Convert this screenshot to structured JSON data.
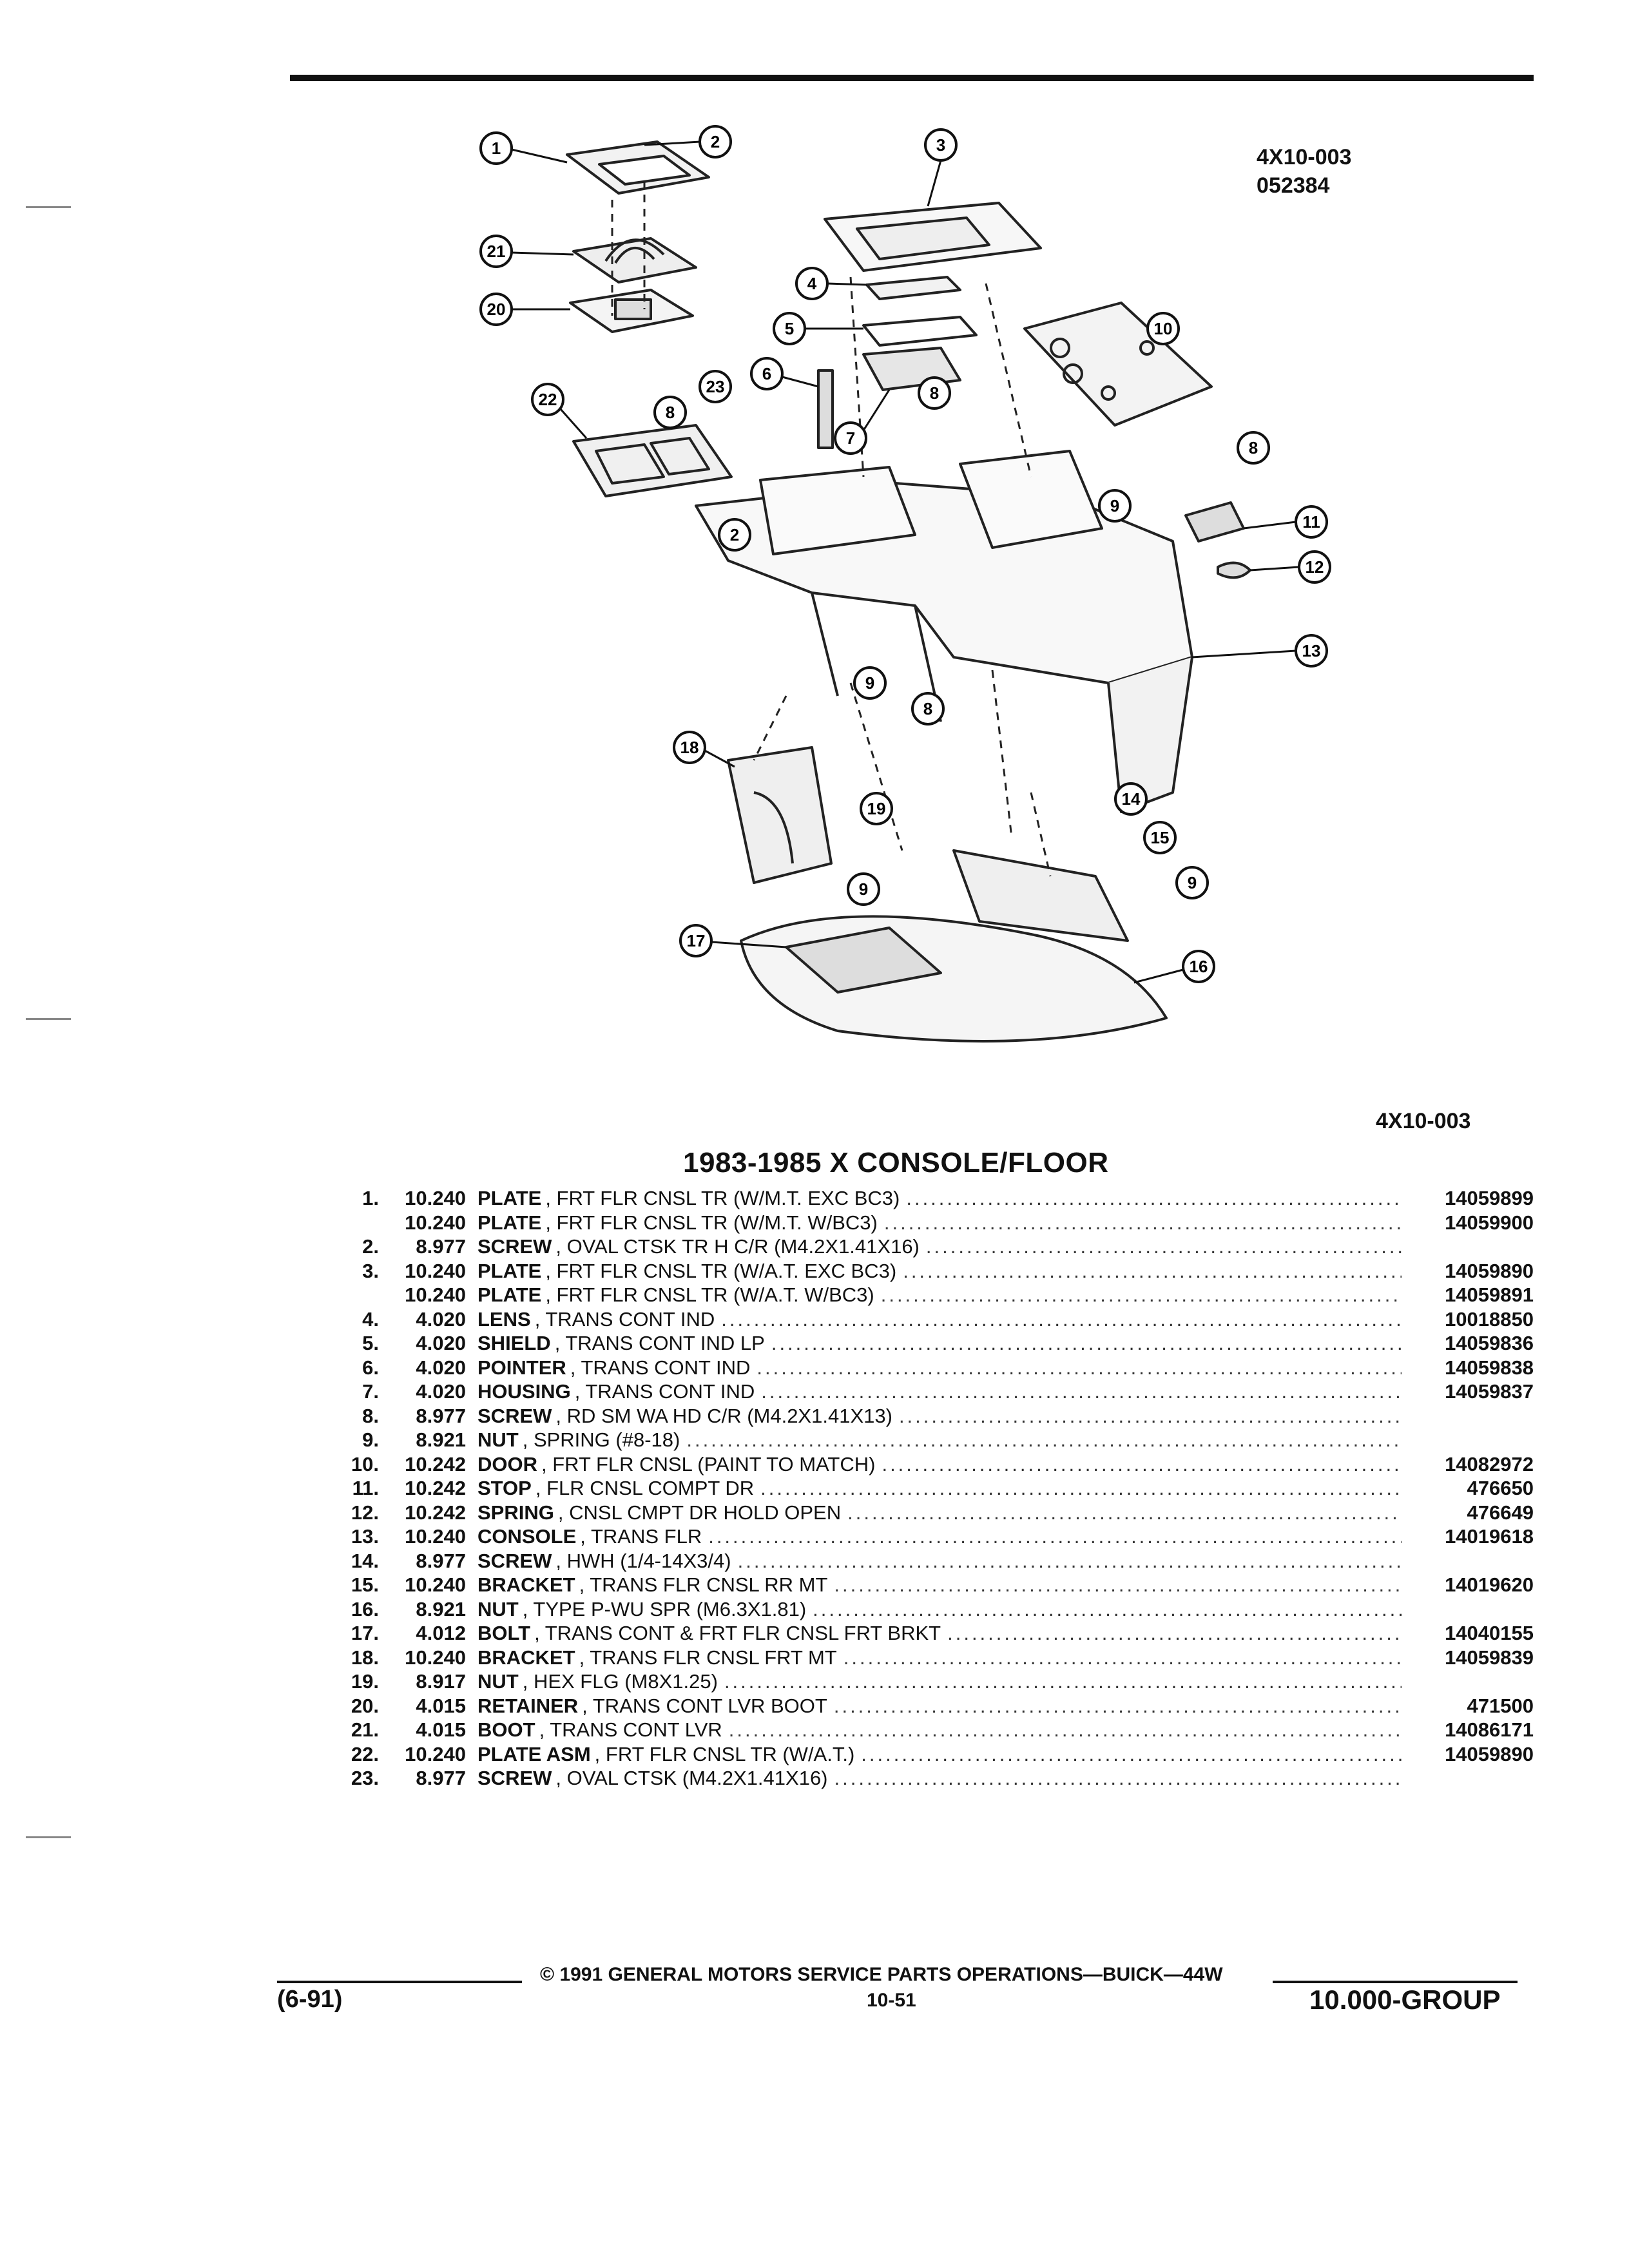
{
  "figure": {
    "id_top": "4X10-003",
    "date_code": "052384",
    "id_bottom": "4X10-003"
  },
  "title": "1983-1985 X CONSOLE/FLOOR",
  "parts": [
    {
      "num": "1.",
      "group": "10.240",
      "name": "PLATE",
      "detail": ", FRT FLR CNSL TR (W/M.T. EXC BC3)",
      "part_no": "14059899"
    },
    {
      "num": "",
      "group": "10.240",
      "name": "PLATE",
      "detail": ", FRT FLR CNSL TR (W/M.T. W/BC3)",
      "part_no": "14059900"
    },
    {
      "num": "2.",
      "group": "8.977",
      "name": "SCREW",
      "detail": ", OVAL CTSK TR H C/R (M4.2X1.41X16)",
      "part_no": ""
    },
    {
      "num": "3.",
      "group": "10.240",
      "name": "PLATE",
      "detail": ", FRT FLR CNSL TR (W/A.T. EXC BC3)",
      "part_no": "14059890"
    },
    {
      "num": "",
      "group": "10.240",
      "name": "PLATE",
      "detail": ", FRT FLR CNSL TR (W/A.T. W/BC3)",
      "part_no": "14059891"
    },
    {
      "num": "4.",
      "group": "4.020",
      "name": "LENS",
      "detail": ", TRANS CONT IND",
      "part_no": "10018850"
    },
    {
      "num": "5.",
      "group": "4.020",
      "name": "SHIELD",
      "detail": ", TRANS CONT IND LP",
      "part_no": "14059836"
    },
    {
      "num": "6.",
      "group": "4.020",
      "name": "POINTER",
      "detail": ", TRANS CONT IND",
      "part_no": "14059838"
    },
    {
      "num": "7.",
      "group": "4.020",
      "name": "HOUSING",
      "detail": ", TRANS CONT IND",
      "part_no": "14059837"
    },
    {
      "num": "8.",
      "group": "8.977",
      "name": "SCREW",
      "detail": ", RD SM WA HD C/R (M4.2X1.41X13)",
      "part_no": ""
    },
    {
      "num": "9.",
      "group": "8.921",
      "name": "NUT",
      "detail": ", SPRING (#8-18)",
      "part_no": ""
    },
    {
      "num": "10.",
      "group": "10.242",
      "name": "DOOR",
      "detail": ", FRT FLR CNSL (PAINT TO MATCH)",
      "part_no": "14082972"
    },
    {
      "num": "11.",
      "group": "10.242",
      "name": "STOP",
      "detail": ", FLR CNSL COMPT DR",
      "part_no": "476650"
    },
    {
      "num": "12.",
      "group": "10.242",
      "name": "SPRING",
      "detail": ", CNSL CMPT DR HOLD OPEN",
      "part_no": "476649"
    },
    {
      "num": "13.",
      "group": "10.240",
      "name": "CONSOLE",
      "detail": ", TRANS FLR",
      "part_no": "14019618"
    },
    {
      "num": "14.",
      "group": "8.977",
      "name": "SCREW",
      "detail": ", HWH (1/4-14X3/4)",
      "part_no": ""
    },
    {
      "num": "15.",
      "group": "10.240",
      "name": "BRACKET",
      "detail": ", TRANS FLR CNSL RR MT",
      "part_no": "14019620"
    },
    {
      "num": "16.",
      "group": "8.921",
      "name": "NUT",
      "detail": ", TYPE P-WU SPR (M6.3X1.81)",
      "part_no": ""
    },
    {
      "num": "17.",
      "group": "4.012",
      "name": "BOLT",
      "detail": ", TRANS CONT & FRT FLR CNSL FRT BRKT",
      "part_no": "14040155"
    },
    {
      "num": "18.",
      "group": "10.240",
      "name": "BRACKET",
      "detail": ", TRANS FLR CNSL FRT MT",
      "part_no": "14059839"
    },
    {
      "num": "19.",
      "group": "8.917",
      "name": "NUT",
      "detail": ", HEX FLG (M8X1.25)",
      "part_no": ""
    },
    {
      "num": "20.",
      "group": "4.015",
      "name": "RETAINER",
      "detail": ", TRANS CONT LVR BOOT",
      "part_no": "471500"
    },
    {
      "num": "21.",
      "group": "4.015",
      "name": "BOOT",
      "detail": ", TRANS CONT LVR",
      "part_no": "14086171"
    },
    {
      "num": "22.",
      "group": "10.240",
      "name": "PLATE ASM",
      "detail": ", FRT FLR CNSL TR (W/A.T.)",
      "part_no": "14059890"
    },
    {
      "num": "23.",
      "group": "8.977",
      "name": "SCREW",
      "detail": ", OVAL CTSK (M4.2X1.41X16)",
      "part_no": ""
    }
  ],
  "callouts": [
    "1",
    "2",
    "3",
    "4",
    "5",
    "6",
    "7",
    "8",
    "9",
    "10",
    "11",
    "12",
    "13",
    "14",
    "15",
    "16",
    "17",
    "18",
    "19",
    "20",
    "21",
    "22",
    "23"
  ],
  "footer": {
    "revision": "(6-91)",
    "copyright": "© 1991 GENERAL MOTORS SERVICE PARTS OPERATIONS—BUICK—44W",
    "page": "10-51",
    "group": "10.000-GROUP"
  }
}
